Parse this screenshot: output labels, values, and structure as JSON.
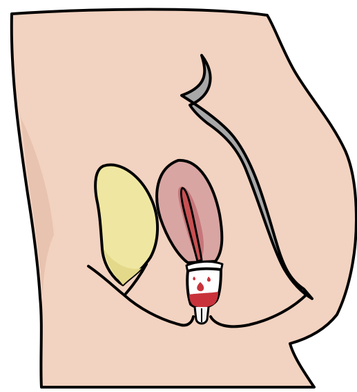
{
  "illustration": {
    "colors": {
      "outline": "#000000",
      "skin": "#f2d2c0",
      "bladder": "#efe7a1",
      "uterus_outer": "#d9a5a2",
      "uterus_inner": "#c7767a",
      "canal": "#c85052",
      "spine": "#a8a8a8",
      "cup_body": "#ffffff",
      "cup_fluid": "#c8333b",
      "cup_stem": "#f3f3f3",
      "background": "#ffffff"
    },
    "parts": [
      "body-silhouette",
      "bladder",
      "uterus",
      "vaginal-canal",
      "menstrual-cup",
      "rectum-spine"
    ]
  }
}
